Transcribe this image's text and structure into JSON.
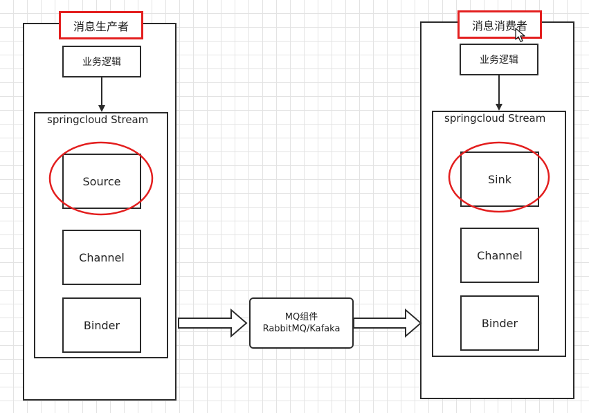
{
  "producer": {
    "title": "消息生产者",
    "business": "业务逻辑",
    "stream_label": "springcloud Stream",
    "components": [
      "Source",
      "Channel",
      "Binder"
    ]
  },
  "consumer": {
    "title": "消息消费者",
    "business": "业务逻辑",
    "stream_label": "springcloud Stream",
    "components": [
      "Sink",
      "Channel",
      "Binder"
    ]
  },
  "middleware": {
    "line1": "MQ组件",
    "line2": "RabbitMQ/Kafaka"
  },
  "colors": {
    "highlight": "#e31e1e",
    "stroke": "#2a2a2a",
    "grid": "#e3e3e3"
  }
}
